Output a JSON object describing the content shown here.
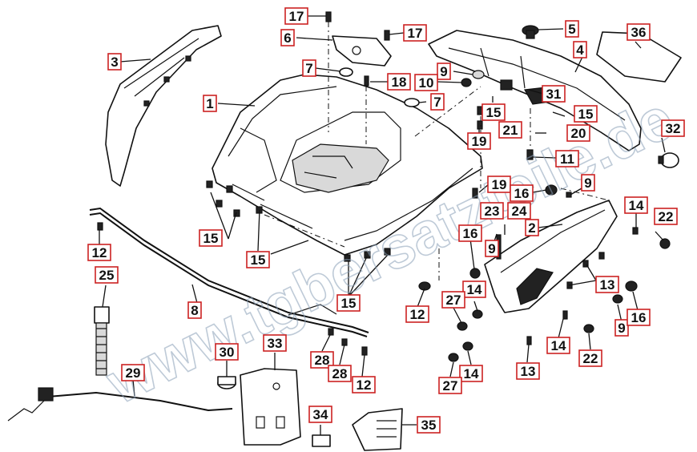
{
  "watermark": "www.tgbersatzteile.de",
  "callouts": [
    {
      "id": "c17a",
      "label": "17"
    },
    {
      "id": "c6",
      "label": "6"
    },
    {
      "id": "c17b",
      "label": "17"
    },
    {
      "id": "c5",
      "label": "5"
    },
    {
      "id": "c36",
      "label": "36"
    },
    {
      "id": "c4",
      "label": "4"
    },
    {
      "id": "c3",
      "label": "3"
    },
    {
      "id": "c7a",
      "label": "7"
    },
    {
      "id": "c18",
      "label": "18"
    },
    {
      "id": "c9a",
      "label": "9"
    },
    {
      "id": "c10",
      "label": "10"
    },
    {
      "id": "c1",
      "label": "1"
    },
    {
      "id": "c7b",
      "label": "7"
    },
    {
      "id": "c31",
      "label": "31"
    },
    {
      "id": "c15a",
      "label": "15"
    },
    {
      "id": "c15b",
      "label": "15"
    },
    {
      "id": "c21",
      "label": "21"
    },
    {
      "id": "c20",
      "label": "20"
    },
    {
      "id": "c19a",
      "label": "19"
    },
    {
      "id": "c32",
      "label": "32"
    },
    {
      "id": "c11",
      "label": "11"
    },
    {
      "id": "c19b",
      "label": "19"
    },
    {
      "id": "c16a",
      "label": "16"
    },
    {
      "id": "c9b",
      "label": "9"
    },
    {
      "id": "c23",
      "label": "23"
    },
    {
      "id": "c24",
      "label": "24"
    },
    {
      "id": "c14a",
      "label": "14"
    },
    {
      "id": "c22a",
      "label": "22"
    },
    {
      "id": "c2",
      "label": "2"
    },
    {
      "id": "c15c",
      "label": "15"
    },
    {
      "id": "c12a",
      "label": "12"
    },
    {
      "id": "c16b",
      "label": "16"
    },
    {
      "id": "c9c",
      "label": "9"
    },
    {
      "id": "c15d",
      "label": "15"
    },
    {
      "id": "c25",
      "label": "25"
    },
    {
      "id": "c13a",
      "label": "13"
    },
    {
      "id": "c14b",
      "label": "14"
    },
    {
      "id": "c15e",
      "label": "15"
    },
    {
      "id": "c27a",
      "label": "27"
    },
    {
      "id": "c12b",
      "label": "12"
    },
    {
      "id": "c8",
      "label": "8"
    },
    {
      "id": "c9d",
      "label": "9"
    },
    {
      "id": "c16c",
      "label": "16"
    },
    {
      "id": "c14c",
      "label": "14"
    },
    {
      "id": "c30",
      "label": "30"
    },
    {
      "id": "c33",
      "label": "33"
    },
    {
      "id": "c28a",
      "label": "28"
    },
    {
      "id": "c22b",
      "label": "22"
    },
    {
      "id": "c28b",
      "label": "28"
    },
    {
      "id": "c13b",
      "label": "13"
    },
    {
      "id": "c14d",
      "label": "14"
    },
    {
      "id": "c29",
      "label": "29"
    },
    {
      "id": "c12c",
      "label": "12"
    },
    {
      "id": "c27b",
      "label": "27"
    },
    {
      "id": "c34",
      "label": "34"
    },
    {
      "id": "c35",
      "label": "35"
    }
  ]
}
